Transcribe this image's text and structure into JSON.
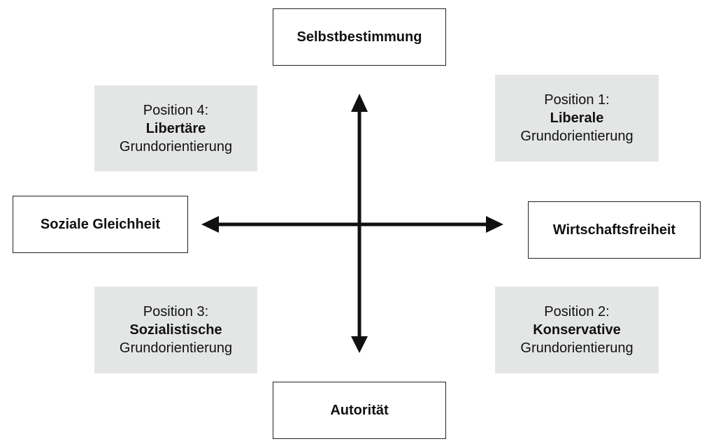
{
  "poles": {
    "top": "Selbstbestimmung",
    "bottom": "Autorität",
    "left": "Soziale Gleichheit",
    "right": "Wirtschaftsfreiheit"
  },
  "quadrants": {
    "position_1": {
      "position": "Position 1:",
      "type": "Liberale",
      "suffix": "Grundorientierung"
    },
    "position_2": {
      "position": "Position 2:",
      "type": "Konservative",
      "suffix": "Grundorientierung"
    },
    "position_3": {
      "position": "Position 3:",
      "type": "Sozialistische",
      "suffix": "Grundorientierung"
    },
    "position_4": {
      "position": "Position 4:",
      "type": "Libertäre",
      "suffix": "Grundorientierung"
    }
  },
  "colors": {
    "quadrant_fill": "#e4e6e5",
    "axis": "#111111",
    "pole_border": "#222222"
  }
}
